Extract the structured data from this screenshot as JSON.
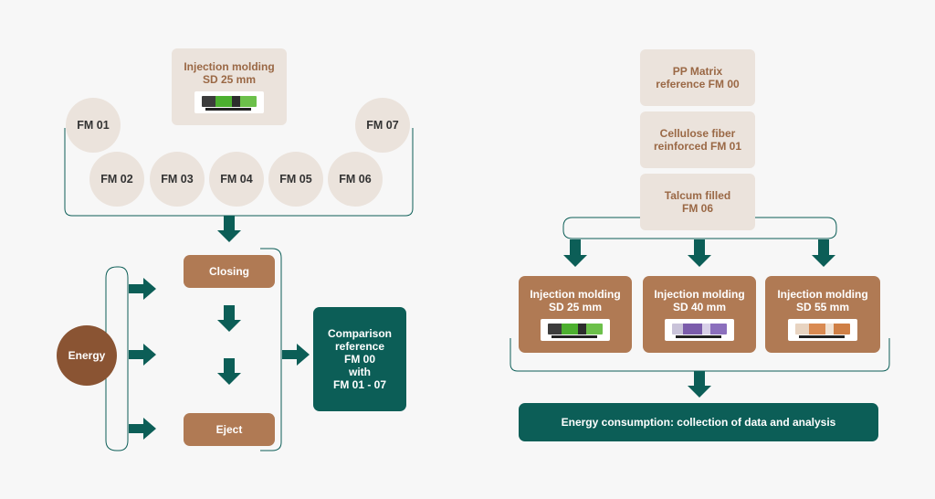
{
  "left": {
    "machine": {
      "line1": "Injection molding",
      "line2": "SD 25 mm"
    },
    "formulations": [
      "FM 01",
      "FM 02",
      "FM 03",
      "FM 04",
      "FM 05",
      "FM 06",
      "FM 07"
    ],
    "energy": "Energy",
    "steps": {
      "closing": "Closing",
      "eject": "Eject"
    },
    "comparison": [
      "Comparison",
      "reference",
      "FM 00",
      "with",
      "FM 01 - 07"
    ]
  },
  "right": {
    "materials": [
      {
        "line1": "PP Matrix",
        "line2": "reference FM 00"
      },
      {
        "line1": "Cellulose fiber",
        "line2": "reinforced FM 01"
      },
      {
        "line1": "Talcum filled",
        "line2": "FM 06"
      }
    ],
    "machines": [
      {
        "line1": "Injection molding",
        "line2": "SD 25 mm",
        "icon": "machine-green-icon"
      },
      {
        "line1": "Injection molding",
        "line2": "SD 40 mm",
        "icon": "machine-purple-icon"
      },
      {
        "line1": "Injection molding",
        "line2": "SD 55 mm",
        "icon": "machine-orange-icon"
      }
    ],
    "result": "Energy consumption: collection of data and analysis"
  },
  "colors": {
    "teal": "#0c5e57",
    "brown": "#b07a54",
    "beige": "#ebe3dc",
    "energy": "#8a5433",
    "line": "#0c5e57"
  }
}
